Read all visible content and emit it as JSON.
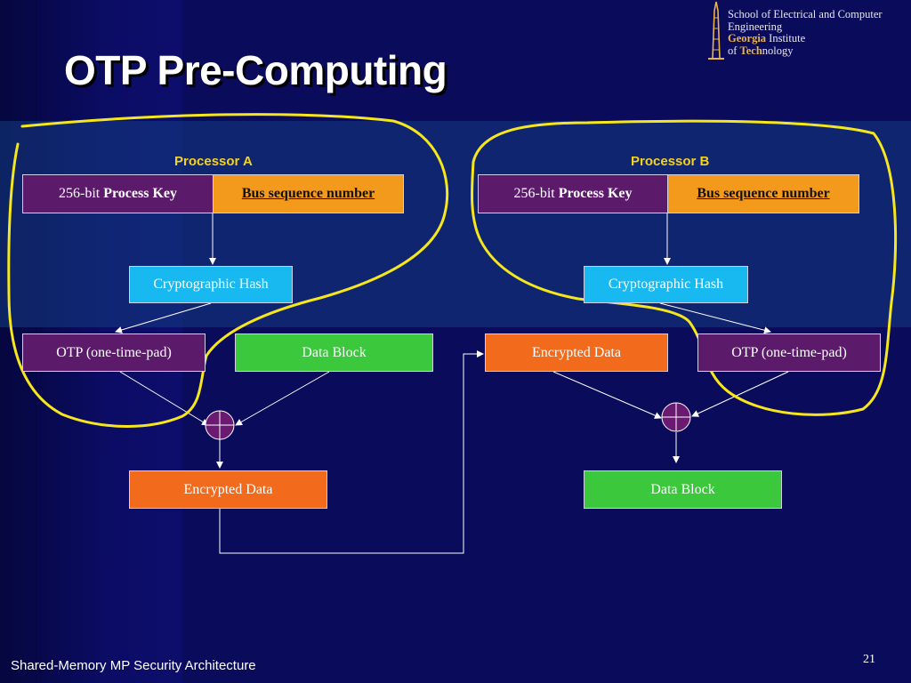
{
  "slide": {
    "title": "OTP Pre-Computing",
    "footer": "Shared-Memory MP Security Architecture",
    "page_number": "21"
  },
  "logo": {
    "line1": "School of Electrical and Computer",
    "line2": "Engineering",
    "georgia": "Georgia",
    "institute": "Institute",
    "of": "of",
    "tech": "Tech",
    "nology": "nology",
    "icon": "tower-icon"
  },
  "colors": {
    "background": "#0a0b5a",
    "purple": "#5c1a6b",
    "orange": "#f39a1c",
    "cyan": "#18b8f0",
    "dark_orange": "#f26a1c",
    "green": "#3cc83c",
    "highlight": "#f5e61e",
    "xor": "#6a1a70"
  },
  "processor_a": {
    "label": "Processor A",
    "key_prefix": "256-bit",
    "key_bold": "Process Key",
    "bus_seq": "Bus sequence number",
    "hash": "Cryptographic Hash",
    "otp": "OTP (one-time-pad)",
    "data_block": "Data Block",
    "encrypted": "Encrypted Data"
  },
  "processor_b": {
    "label": "Processor B",
    "key_prefix": "256-bit",
    "key_bold": "Process Key",
    "bus_seq": "Bus sequence number",
    "hash": "Cryptographic Hash",
    "encrypted": "Encrypted Data",
    "otp": "OTP (one-time-pad)",
    "data_block": "Data Block"
  }
}
